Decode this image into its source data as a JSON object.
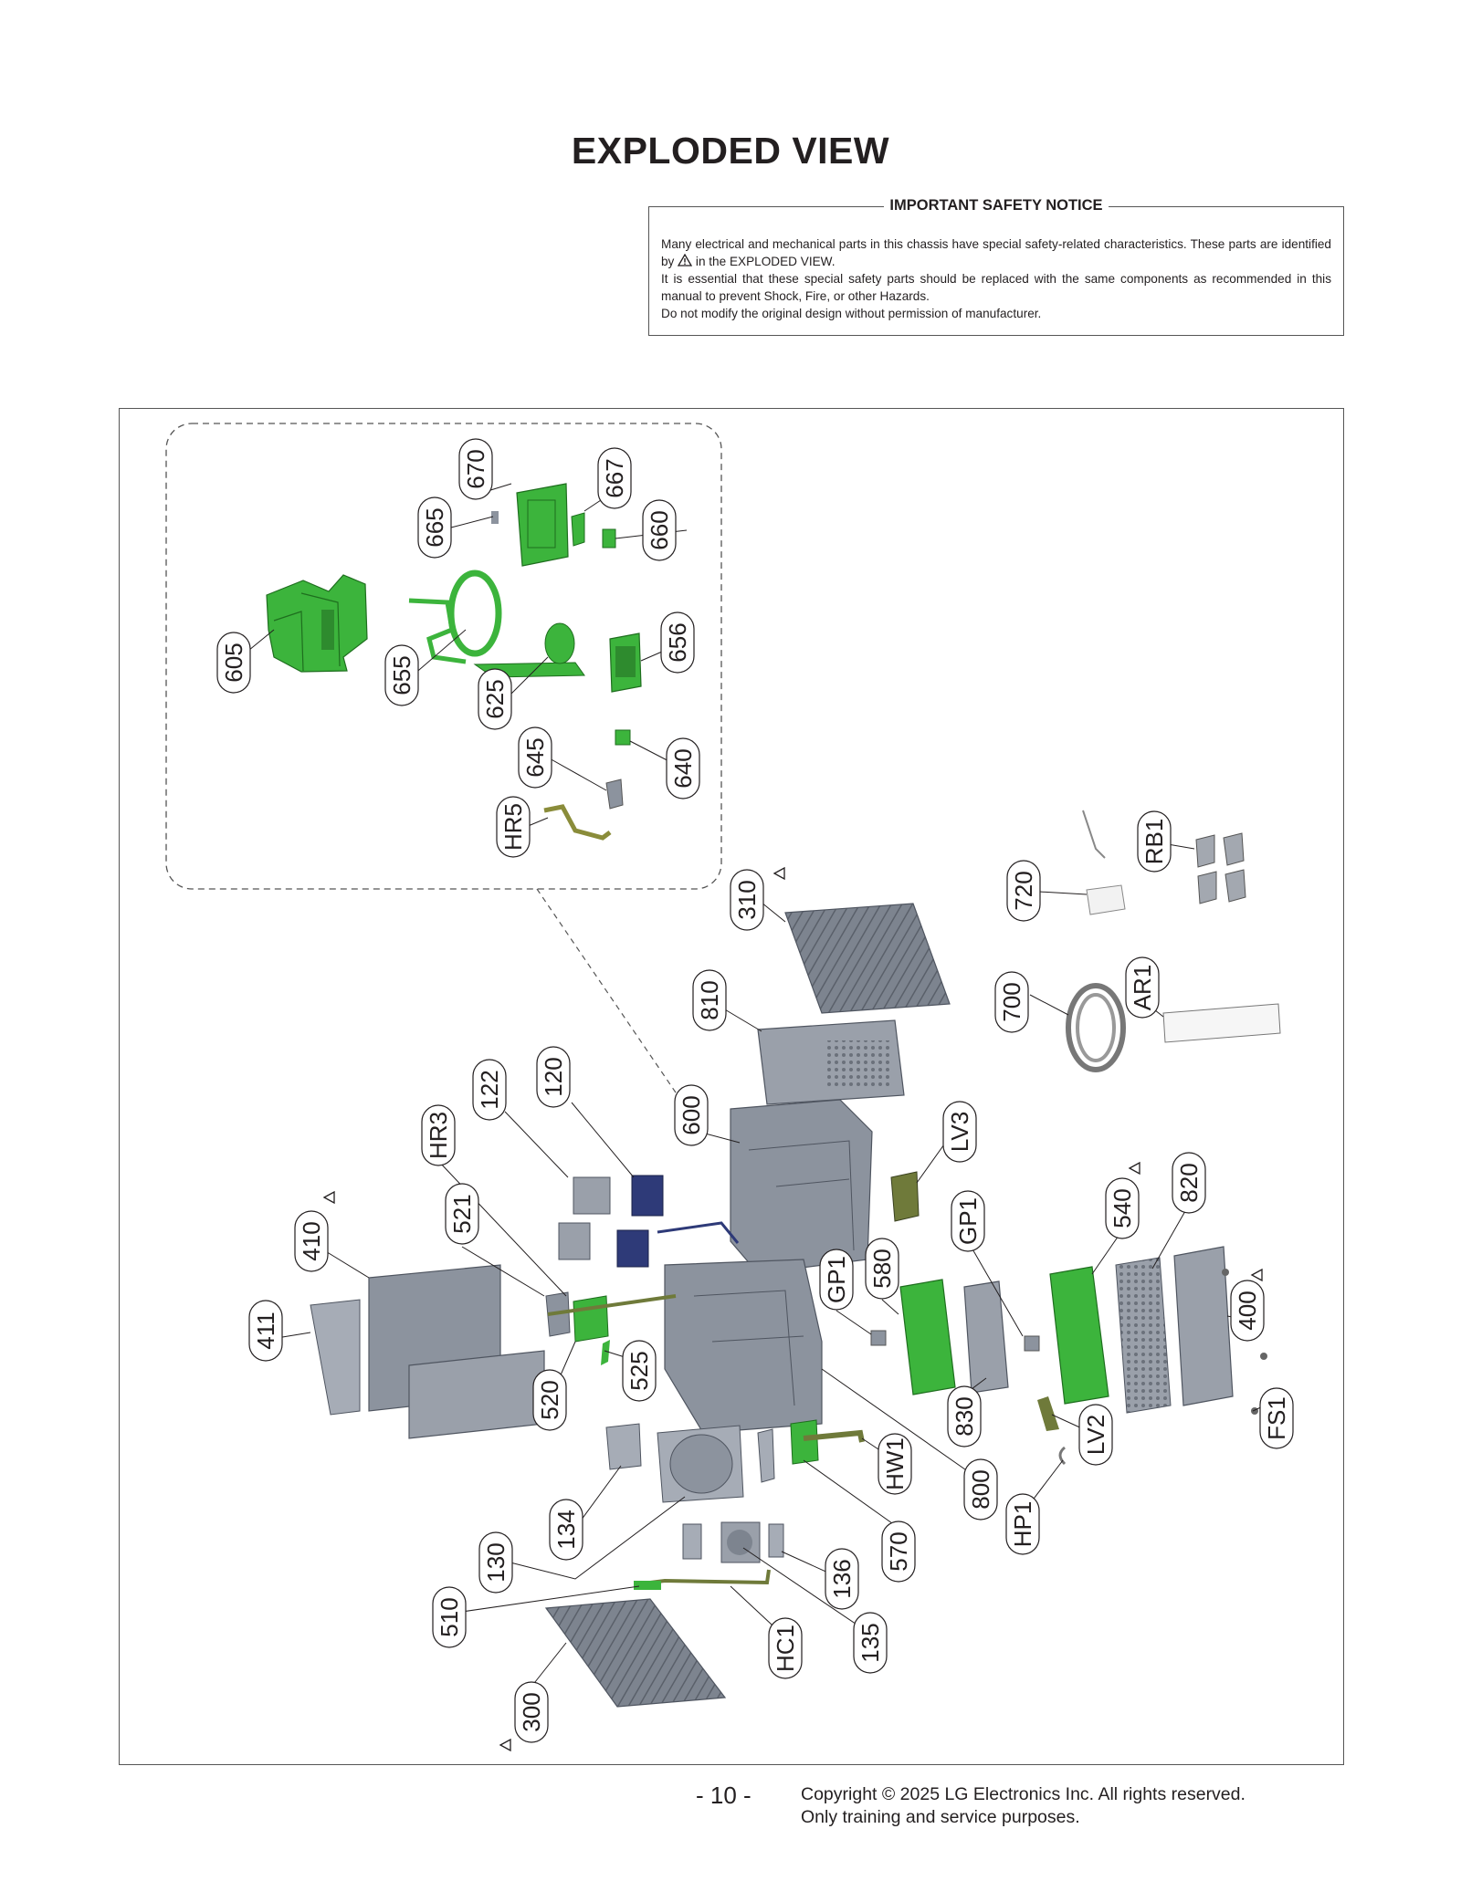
{
  "title": "EXPLODED VIEW",
  "safety_notice": {
    "heading": "IMPORTANT SAFETY NOTICE",
    "line1a": "Many electrical and mechanical parts in this chassis have special safety-related characteristics. These parts are identified by",
    "line1b": "in the EXPLODED VIEW.",
    "line2": "It is essential that these special safety parts should be replaced with the same components as recommended in this manual to prevent Shock, Fire, or other Hazards.",
    "line3": "Do not modify the original design without permission of manufacturer."
  },
  "colors": {
    "part_gray": "#8c939e",
    "part_green": "#3cb43c",
    "part_olive": "#6f7a3a",
    "part_navy": "#2e3a78",
    "line": "#231f20"
  },
  "callouts": [
    {
      "label": "670"
    },
    {
      "label": "667"
    },
    {
      "label": "665"
    },
    {
      "label": "660"
    },
    {
      "label": "605"
    },
    {
      "label": "655"
    },
    {
      "label": "625"
    },
    {
      "label": "656"
    },
    {
      "label": "645"
    },
    {
      "label": "640"
    },
    {
      "label": "HR5"
    },
    {
      "label": "310"
    },
    {
      "label": "720"
    },
    {
      "label": "RB1"
    },
    {
      "label": "810"
    },
    {
      "label": "700"
    },
    {
      "label": "AR1"
    },
    {
      "label": "122"
    },
    {
      "label": "120"
    },
    {
      "label": "HR3"
    },
    {
      "label": "600"
    },
    {
      "label": "LV3"
    },
    {
      "label": "521"
    },
    {
      "label": "410"
    },
    {
      "label": "540"
    },
    {
      "label": "820"
    },
    {
      "label": "GP1"
    },
    {
      "label": "580"
    },
    {
      "label": "GP1"
    },
    {
      "label": "411"
    },
    {
      "label": "400"
    },
    {
      "label": "525"
    },
    {
      "label": "520"
    },
    {
      "label": "830"
    },
    {
      "label": "LV2"
    },
    {
      "label": "FS1"
    },
    {
      "label": "HW1"
    },
    {
      "label": "800"
    },
    {
      "label": "134"
    },
    {
      "label": "HP1"
    },
    {
      "label": "570"
    },
    {
      "label": "130"
    },
    {
      "label": "136"
    },
    {
      "label": "510"
    },
    {
      "label": "HC1"
    },
    {
      "label": "135"
    },
    {
      "label": "300"
    }
  ],
  "footer": {
    "page": "- 10 -",
    "copyright": "Copyright © 2025 LG Electronics Inc. All rights reserved.",
    "purpose": "Only training and service purposes."
  }
}
